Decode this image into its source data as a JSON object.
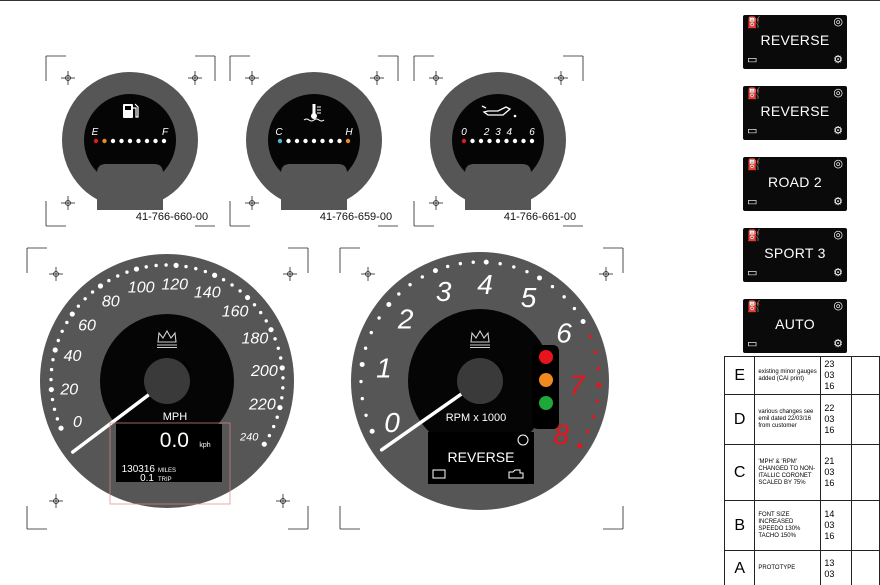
{
  "small_gauges": [
    {
      "id": "fuel",
      "scale_left": "E",
      "scale_right": "F",
      "part_number": "41-766-660-00",
      "icon": "fuel-pump-icon"
    },
    {
      "id": "temp",
      "scale_left": "C",
      "scale_right": "H",
      "part_number": "41-766-659-00",
      "icon": "coolant-temp-icon"
    },
    {
      "id": "oil",
      "scale_labels": [
        "0",
        "2",
        "3",
        "4",
        "6"
      ],
      "part_number": "41-766-661-00",
      "icon": "oil-can-icon"
    }
  ],
  "speedometer": {
    "unit_label": "MPH",
    "ticks": [
      "0",
      "20",
      "40",
      "60",
      "80",
      "100",
      "120",
      "140",
      "160",
      "180",
      "200",
      "220",
      "240"
    ],
    "lcd": {
      "speed": "0.0",
      "speed_unit": "kph",
      "odometer": "130316",
      "odometer_unit": "MILES",
      "trip": "0.1",
      "trip_unit": "TRIP"
    }
  },
  "tachometer": {
    "unit_label": "RPM x 1000",
    "ticks": [
      "0",
      "1",
      "2",
      "3",
      "4",
      "5",
      "6",
      "7",
      "8"
    ],
    "redline_ticks": [
      "7",
      "8"
    ],
    "shift_lights": [
      "#e8141c",
      "#f08a1e",
      "#1fa83a"
    ],
    "display_mode": "REVERSE"
  },
  "mode_panels": [
    "REVERSE",
    "REVERSE",
    "ROAD 2",
    "SPORT 3",
    "AUTO"
  ],
  "revisions": [
    {
      "letter": "E",
      "description": "existing minor gauges added (CAI print)",
      "date": "23\n03\n16"
    },
    {
      "letter": "D",
      "description": "various changes see emil dated 22/03/16 from customer",
      "date": "22\n03\n16"
    },
    {
      "letter": "C",
      "description": "'MPH' & 'RPM' CHANGED TO NON-ITALLIC CORONET SCALED BY 75%",
      "date": "21\n03\n16"
    },
    {
      "letter": "B",
      "description": "FONT SIZE INCREASED SPEEDO 130% TACHO 150%",
      "date": "14\n03\n16"
    },
    {
      "letter": "A",
      "description": "PROTOTYPE",
      "date": "13\n03"
    }
  ],
  "colors": {
    "gauge_face": "#565656",
    "dial_inner": "#050505",
    "redline": "#e8141c",
    "warn_orange": "#f08a1e",
    "cold_blue": "#4fb8d8"
  }
}
